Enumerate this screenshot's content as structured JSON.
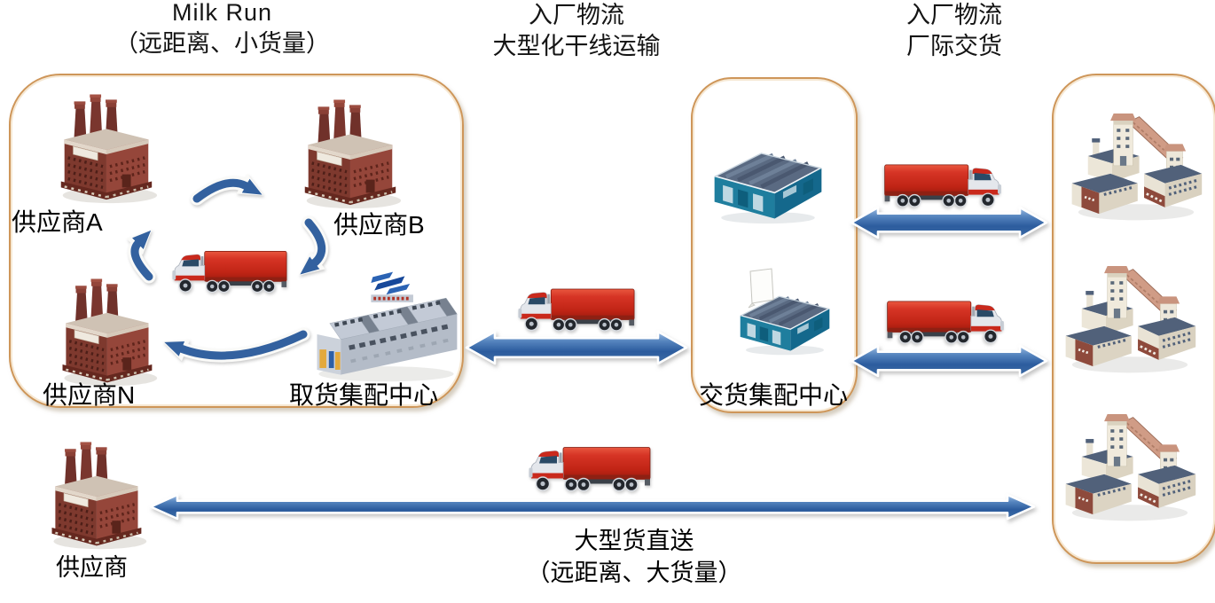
{
  "titles": {
    "milk_run": {
      "line1": "Milk Run",
      "line2": "（远距离、小货量）"
    },
    "inbound_trunk": {
      "line1": "入厂物流",
      "line2": "大型化干线运输"
    },
    "inbound_interplant": {
      "line1": "入厂物流",
      "line2": "厂际交货"
    }
  },
  "milk_run_zone": {
    "supplier_a": "供应商A",
    "supplier_b": "供应商B",
    "supplier_n": "供应商N",
    "pickup_center": "取货集配中心"
  },
  "delivery_zone": {
    "delivery_center": "交货集配中心"
  },
  "direct_shipping": {
    "supplier": "供应商",
    "line1": "大型货直送",
    "line2": "（远距离、大货量）"
  },
  "colors": {
    "box_border": "#CE9659",
    "arrow_blue": "#33619F",
    "truck_red": "#C62A1A",
    "warehouse_teal": "#1F7E9E",
    "factory_brick": "#7E392E"
  },
  "icons": {
    "factory": "factory-icon (isometric red-brick plant with chimneys)",
    "pickup_warehouse": "warehouse-icon (gray sawtooth-roof depot with company logo)",
    "delivery_warehouse": "warehouse-icon (teal isometric shed)",
    "plant_complex": "plant-complex-icon (cream factory cluster with conveyor ramp)",
    "truck": "truck-icon (red semi-trailer)",
    "cycle_arrow": "curved-arrow-icon (blue arc, white outline)",
    "double_arrow": "double-headed-arrow-icon (blue, white outline)",
    "document": "document-icon (white sheet)"
  }
}
